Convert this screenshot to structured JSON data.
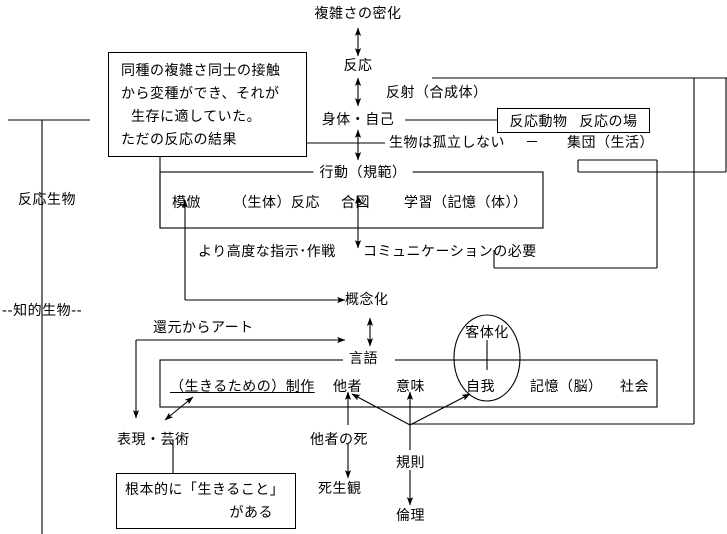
{
  "diagram": {
    "title_node": "複雑さの密化",
    "left_axis": {
      "upper_label": "反応生物",
      "lower_label": "--知的生物--"
    },
    "nodes": {
      "reaction": "反応",
      "reflection": "反射（合成体）",
      "body_self": "身体・自己",
      "not_isolated": "生物は孤立しない",
      "dash": "－",
      "group_life": "集団（生活）",
      "behavior_norm": "行動（規範）",
      "higher_order": "より高度な指示･作戦",
      "communication": "コミュニケーションの必要",
      "conceptualization": "概念化",
      "reduction_to_art": "還元からアート",
      "language": "言語",
      "objectification": "客体化",
      "expression_art": "表現・芸術",
      "other_death": "他者の死",
      "view_of_death": "死生観",
      "rule": "規則",
      "ethics": "倫理"
    },
    "reaction_animal_box": {
      "item1": "反応動物",
      "item2": "反応の場"
    },
    "behavior_box_items": [
      "模倣",
      "（生体）反応",
      "合図",
      "学習（記憶（体））"
    ],
    "language_box_items": [
      "（生きるための）制作",
      "他者",
      "意味",
      "自我",
      "記憶（脳）",
      "社会"
    ],
    "note_box_top": {
      "lines": [
        "同種の複雑さ同士の接触",
        "から変種ができ、それが",
        "生存に適していた。",
        "ただの反応の結果"
      ]
    },
    "note_box_bottom": {
      "lines": [
        "根本的に「生きること」",
        "がある"
      ]
    }
  },
  "colors": {
    "ink": "#000000",
    "paper": "#ffffff"
  }
}
